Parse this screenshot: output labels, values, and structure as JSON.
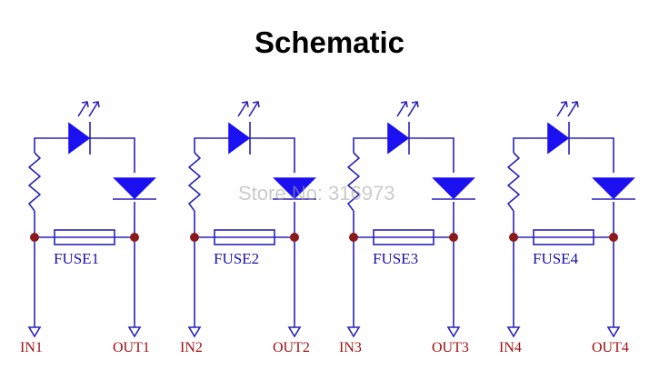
{
  "title": "Schematic",
  "watermark": "Store No: 316973",
  "colors": {
    "wire": "#2a22b8",
    "led": "#1a10f0",
    "junction": "#8b1a1a",
    "port_label": "#a01010",
    "fuse_label": "#1a12a8"
  },
  "channels": [
    {
      "fuse": "FUSE1",
      "input": "IN1",
      "output": "OUT1"
    },
    {
      "fuse": "FUSE2",
      "input": "IN2",
      "output": "OUT2"
    },
    {
      "fuse": "FUSE3",
      "input": "IN3",
      "output": "OUT3"
    },
    {
      "fuse": "FUSE4",
      "input": "IN4",
      "output": "OUT4"
    }
  ]
}
